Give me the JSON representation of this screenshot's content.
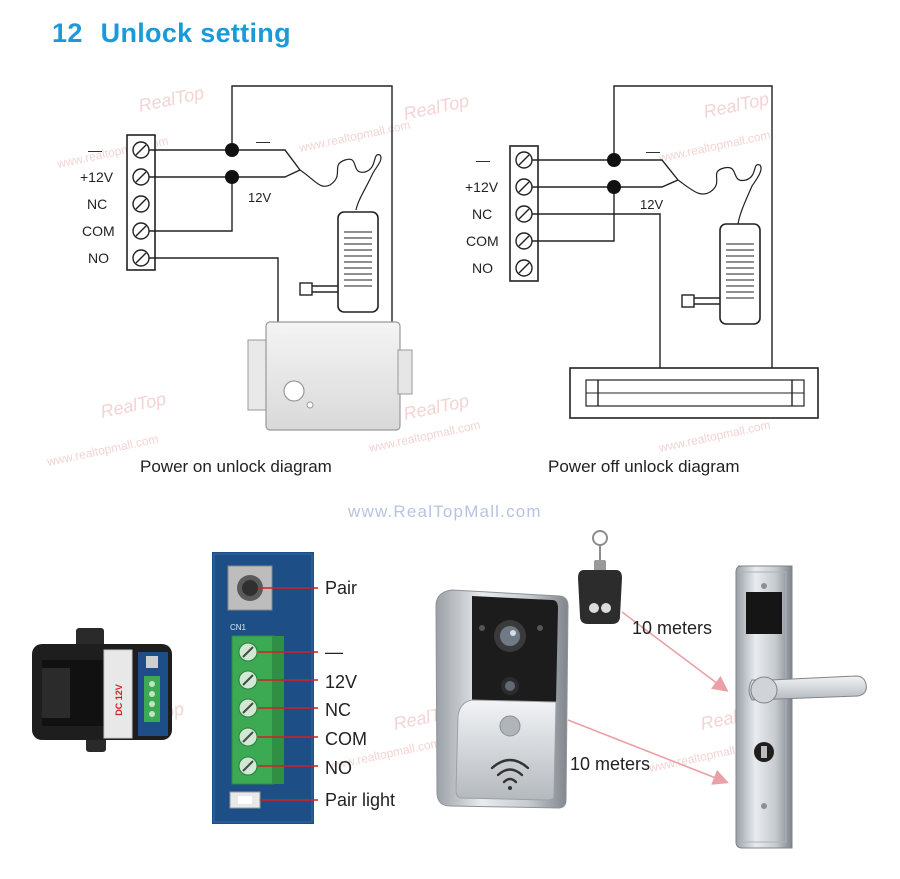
{
  "header": {
    "number": "12",
    "title": "Unlock setting"
  },
  "watermark": {
    "url_text": "www.RealTopMall.com",
    "brand_text": "RealTop",
    "repeat_text": "www.realtopmall.com"
  },
  "diagram_left": {
    "terminals": [
      "—",
      "+12V",
      "NC",
      "COM",
      "NO"
    ],
    "voltage_label": "12V",
    "minus_label": "—",
    "caption": "Power on unlock diagram"
  },
  "diagram_right": {
    "terminals": [
      "—",
      "+12V",
      "NC",
      "COM",
      "NO"
    ],
    "voltage_label": "12V",
    "minus_label": "—",
    "caption": "Power off unlock diagram"
  },
  "controller": {
    "body_label": "DC 12V",
    "board_label": "CN1",
    "labels": [
      "Pair",
      "—",
      "12V",
      "NC",
      "COM",
      "NO",
      "Pair light"
    ]
  },
  "range": {
    "remote_distance": "10 meters",
    "doorbell_distance": "10 meters"
  },
  "colors": {
    "title_blue": "#1a9ad9",
    "leader_red": "#d42020",
    "board_blue": "#1d4f86",
    "terminal_green": "#3caa52",
    "arrow_pink": "#e9a0a6"
  },
  "icons": [
    "wifi-icon",
    "keyfob-icon",
    "plug-icon"
  ]
}
